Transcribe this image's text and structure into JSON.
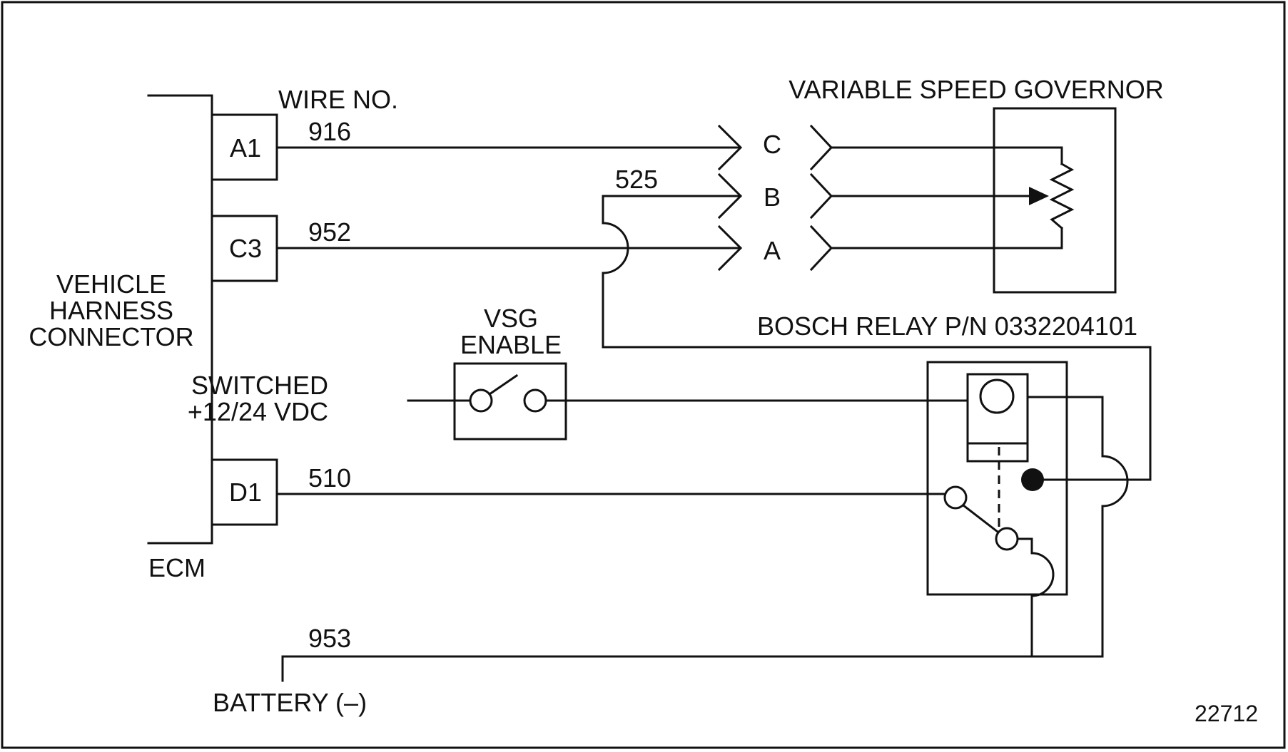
{
  "ecm": {
    "connector_label": [
      "VEHICLE",
      "HARNESS",
      "CONNECTOR"
    ],
    "ecm_label": "ECM",
    "wire_no_label": "WIRE NO.",
    "pins": [
      "A1",
      "C3",
      "D1"
    ]
  },
  "wires": {
    "w916": "916",
    "w525": "525",
    "w952": "952",
    "w510": "510",
    "w953": "953"
  },
  "vsg": {
    "title": "VARIABLE SPEED GOVERNOR",
    "pins": [
      "C",
      "B",
      "A"
    ]
  },
  "switch": {
    "label": [
      "VSG",
      "ENABLE"
    ]
  },
  "supply": {
    "label": [
      "SWITCHED",
      "+12/24 VDC"
    ]
  },
  "relay": {
    "label": "BOSCH RELAY P/N 0332204101"
  },
  "ground": {
    "label": "BATTERY (–)"
  },
  "figure_number": "22712",
  "colors": {
    "line": "#111111",
    "background": "#ffffff"
  }
}
